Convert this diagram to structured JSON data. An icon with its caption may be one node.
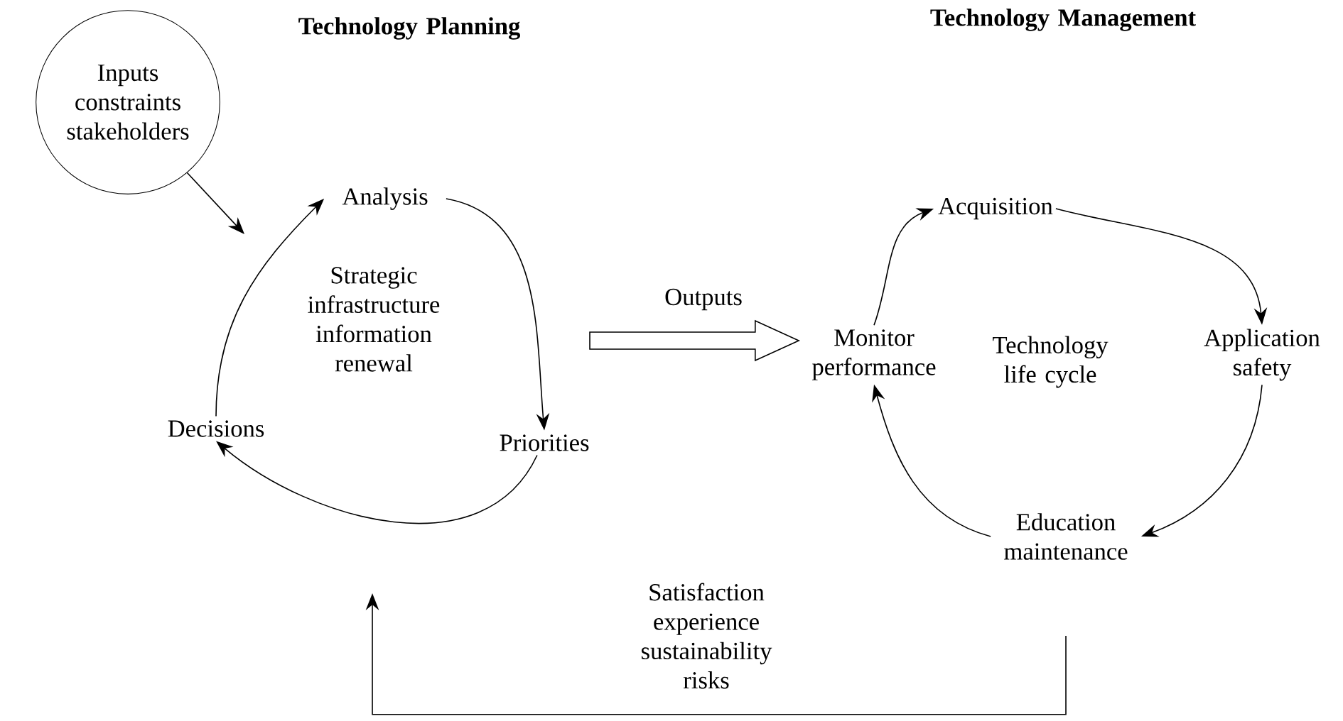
{
  "diagram": {
    "nodes": [
      {
        "text": [
          "Inputs constraints stakeholders"
        ]
      },
      {
        "text": [
          "Analysis"
        ]
      },
      {
        "text": [
          "Priorities"
        ]
      },
      {
        "text": [
          "Decisions"
        ]
      },
      {
        "text": [
          "Monitor performance"
        ]
      },
      {
        "text": [
          "Acquisition"
        ]
      },
      {
        "text": [
          "Application safety"
        ]
      },
      {
        "text": [
          "Education maintenance"
        ]
      }
    ],
    "edges": [
      {
        "from": 0,
        "to": null,
        "arrow": "to"
      },
      {
        "from": 3,
        "to": 1,
        "arrow": "to"
      },
      {
        "from": 1,
        "to": 2,
        "arrow": "to"
      },
      {
        "from": 2,
        "to": 3,
        "arrow": "to"
      },
      {
        "from": 4,
        "to": 5,
        "arrow": "to"
      },
      {
        "from": 5,
        "to": 6,
        "arrow": "to"
      },
      {
        "from": 6,
        "to": 7,
        "arrow": "to"
      },
      {
        "from": 7,
        "to": 4,
        "arrow": "to"
      },
      {
        "from": null,
        "to": 4,
        "arrow": "to",
        "style": "thick",
        "label": "Outputs"
      },
      {
        "from": 7,
        "to": null,
        "arrow": "to",
        "label": "Satisfaction experience sustainability risks"
      }
    ],
    "labels": [
      "Technology Planning",
      "Technology Management",
      "Strategic infrastructure information renewal",
      "Technology life cycle"
    ]
  }
}
